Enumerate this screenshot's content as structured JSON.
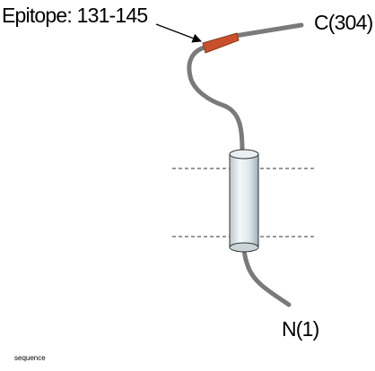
{
  "labels": {
    "epitope": "Epitope: 131-145",
    "c_terminus": "C(304)",
    "n_terminus": "N(1)",
    "caption": "sequence"
  },
  "colors": {
    "strand": "#7a7a7a",
    "epitope": "#c8502a",
    "cylinder_body": "#dfe8ec",
    "cylinder_edge": "#333333",
    "membrane_line": "#333333",
    "arrow": "#000000"
  }
}
